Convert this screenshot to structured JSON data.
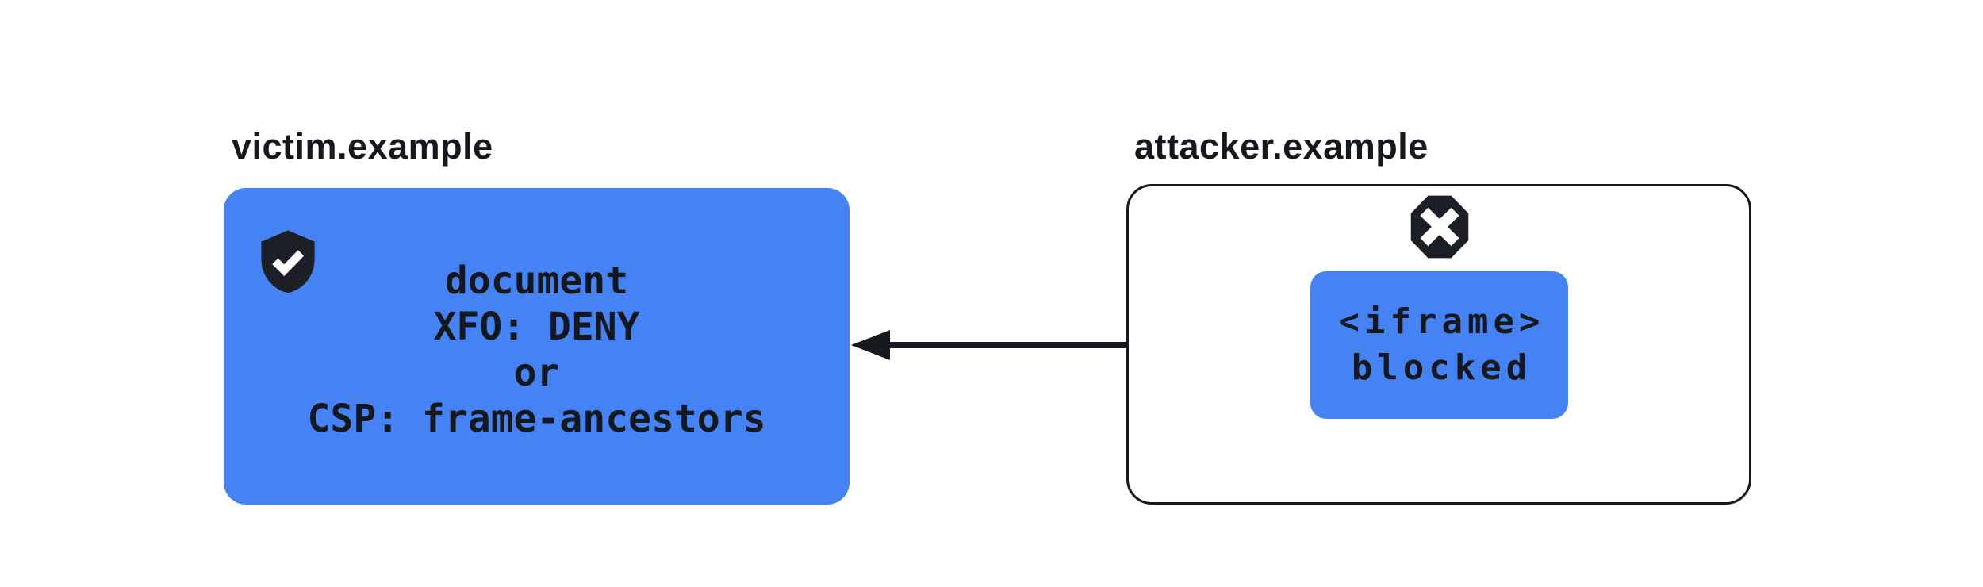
{
  "colors": {
    "accent_blue": "#4583F4",
    "ink_black": "#15181D",
    "background": "#FFFFFF"
  },
  "victim": {
    "domain_label": "victim.example",
    "shield_icon": "shield-check-icon",
    "card_lines": [
      "document",
      "XFO: DENY",
      "or",
      "CSP: frame-ancestors"
    ]
  },
  "attacker": {
    "domain_label": "attacker.example",
    "blocked_icon": "octagon-x-icon",
    "iframe_lines": [
      "<iframe>",
      "blocked"
    ]
  },
  "arrow": {
    "direction": "right-to-left",
    "from": "attacker iframe box",
    "to": "victim document"
  }
}
